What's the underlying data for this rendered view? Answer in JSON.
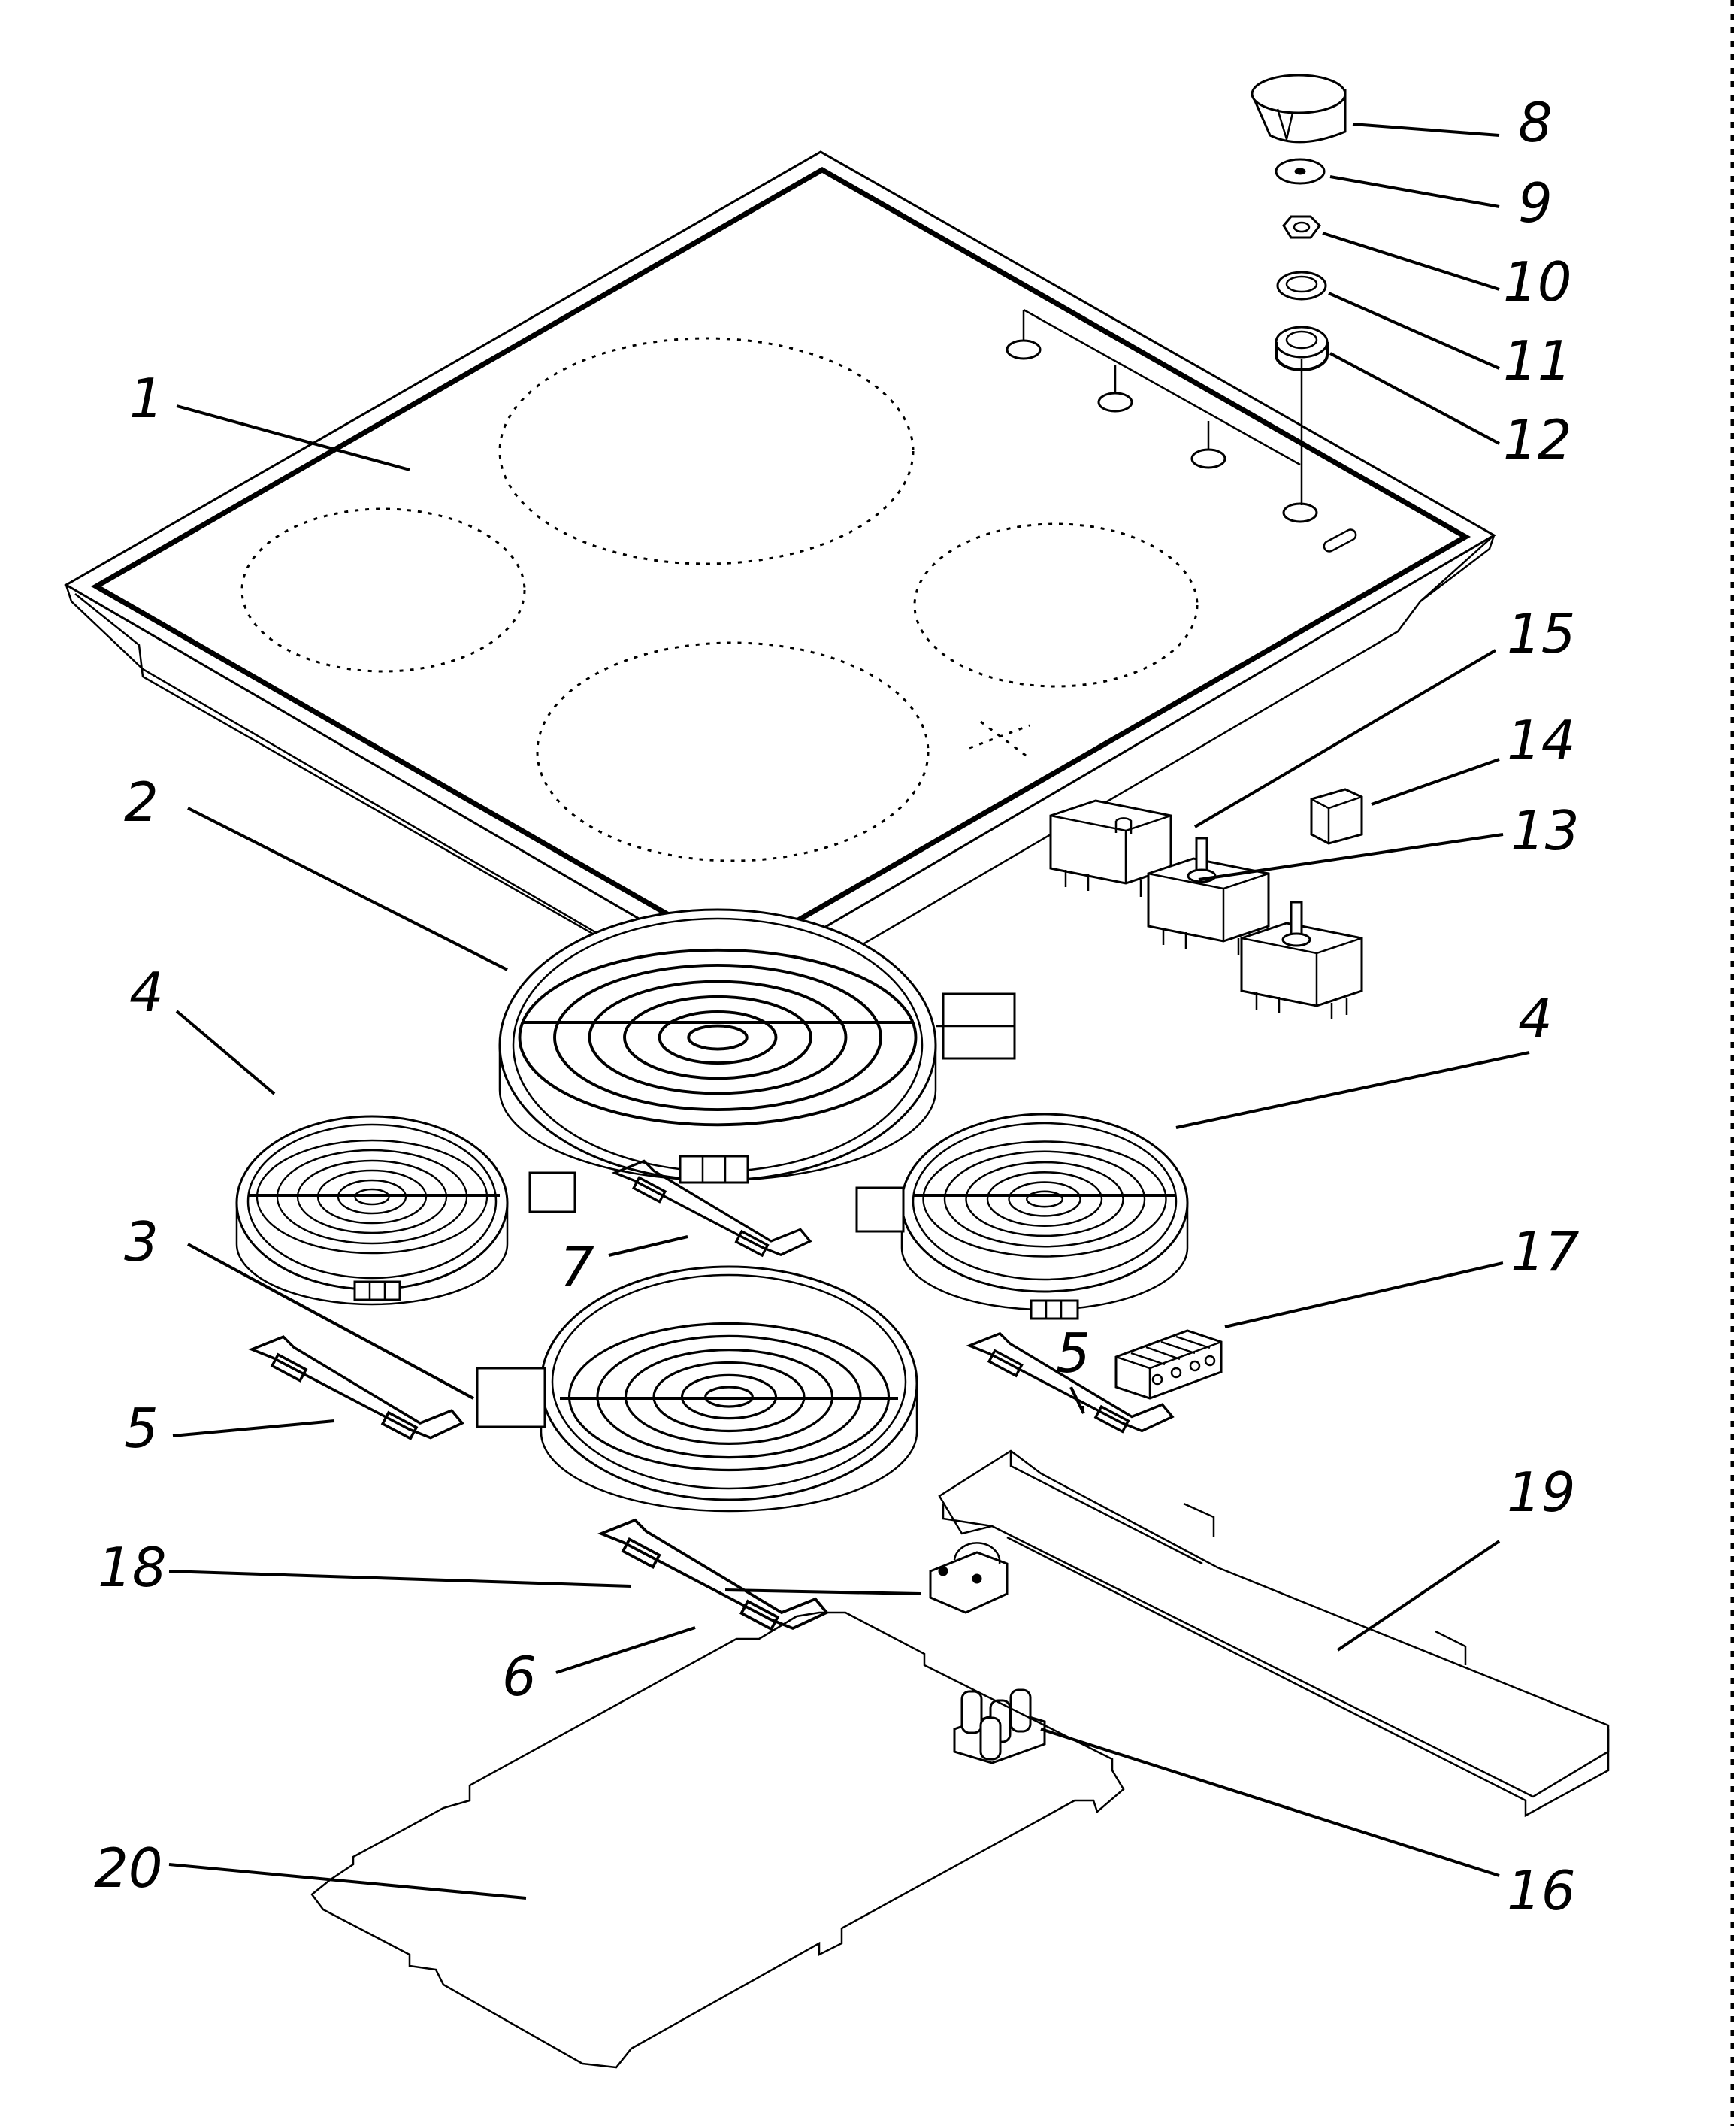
{
  "labels": {
    "p1": "1",
    "p2": "2",
    "p3": "3",
    "p4a": "4",
    "p4b": "4",
    "p5a": "5",
    "p5b": "5",
    "p6": "6",
    "p7": "7",
    "p8": "8",
    "p9": "9",
    "p10": "10",
    "p11": "11",
    "p12": "12",
    "p13": "13",
    "p14": "14",
    "p15": "15",
    "p16": "16",
    "p17": "17",
    "p18": "18",
    "p19": "19",
    "p20": "20"
  }
}
